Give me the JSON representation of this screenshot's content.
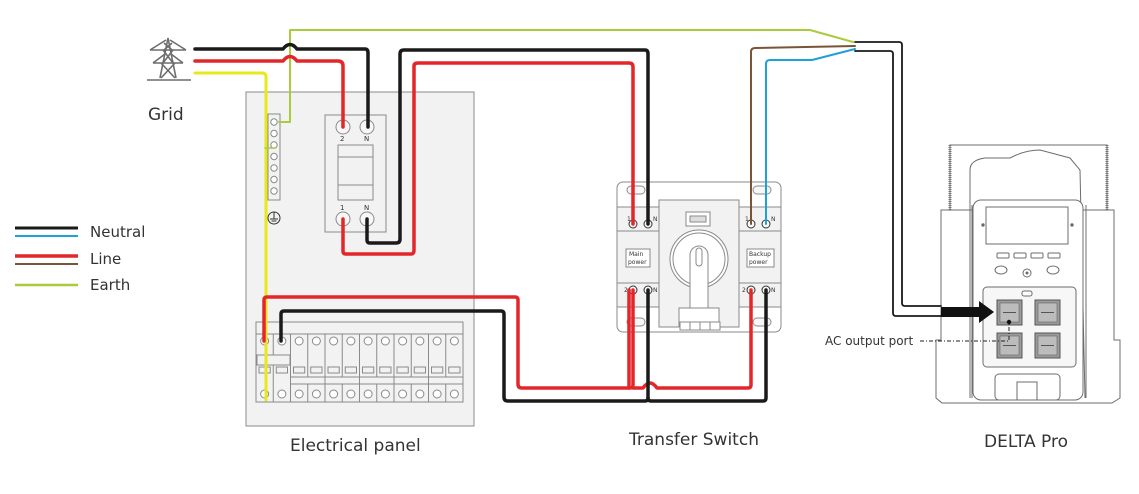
{
  "diagram": {
    "title": "DELTA Pro backup power wiring via transfer switch",
    "colors": {
      "neutral_main": "#1a1a1a",
      "neutral_alt": "#1ea0d8",
      "line_main": "#e3262a",
      "line_alt": "#7a5436",
      "earth": "#a9cc3b",
      "earth_grid": "#e8e81a",
      "outline": "#8a8a8a",
      "panel_fill": "#f2f2f2",
      "text": "#333333"
    },
    "legend": {
      "items": [
        {
          "label": "Neutral",
          "colors": [
            "#1a1a1a",
            "#1ea0d8"
          ]
        },
        {
          "label": "Line",
          "colors": [
            "#e3262a",
            "#7a5436"
          ]
        },
        {
          "label": "Earth",
          "colors": [
            "#a9cc3b"
          ]
        }
      ]
    },
    "components": {
      "grid": {
        "label": "Grid"
      },
      "panel": {
        "label": "Electrical panel",
        "main_breaker_terminals_top": [
          "2",
          "N"
        ],
        "main_breaker_terminals_bottom": [
          "1",
          "N"
        ],
        "earth_bar_holes": 7,
        "branch_breakers": 12
      },
      "transfer_switch": {
        "label": "Transfer Switch",
        "main_side": {
          "label_line1": "Main",
          "label_line2": "power",
          "top_terminals": [
            "1",
            "N"
          ],
          "bottom_terminals": [
            "2",
            "N"
          ]
        },
        "backup_side": {
          "label_line1": "Backup",
          "label_line2": "power",
          "top_terminals": [
            "1",
            "N"
          ],
          "bottom_terminals": [
            "2",
            "N"
          ]
        }
      },
      "power_station": {
        "label": "DELTA Pro",
        "callout": "AC output port",
        "ac_outlets": 4
      }
    },
    "connections": [
      {
        "from": "Grid",
        "to": "Main breaker terminal 2",
        "wire": "Line"
      },
      {
        "from": "Grid",
        "to": "Main breaker terminal N",
        "wire": "Neutral"
      },
      {
        "from": "Grid",
        "to": "Earth bar",
        "wire": "Earth"
      },
      {
        "from": "Main breaker terminal 1",
        "to": "Transfer switch Main power 1",
        "wire": "Line"
      },
      {
        "from": "Main breaker terminal N (bottom)",
        "to": "Transfer switch Main power N",
        "wire": "Neutral"
      },
      {
        "from": "Transfer switch output 2/N",
        "to": "Panel branch breaker",
        "wire": "Line/Neutral"
      },
      {
        "from": "DELTA Pro AC output port",
        "to": "Transfer switch Backup power 1/N",
        "wire": "Line/Neutral (brown/blue)"
      },
      {
        "from": "Earth bar",
        "to": "DELTA Pro AC cable earth",
        "wire": "Earth"
      }
    ]
  }
}
